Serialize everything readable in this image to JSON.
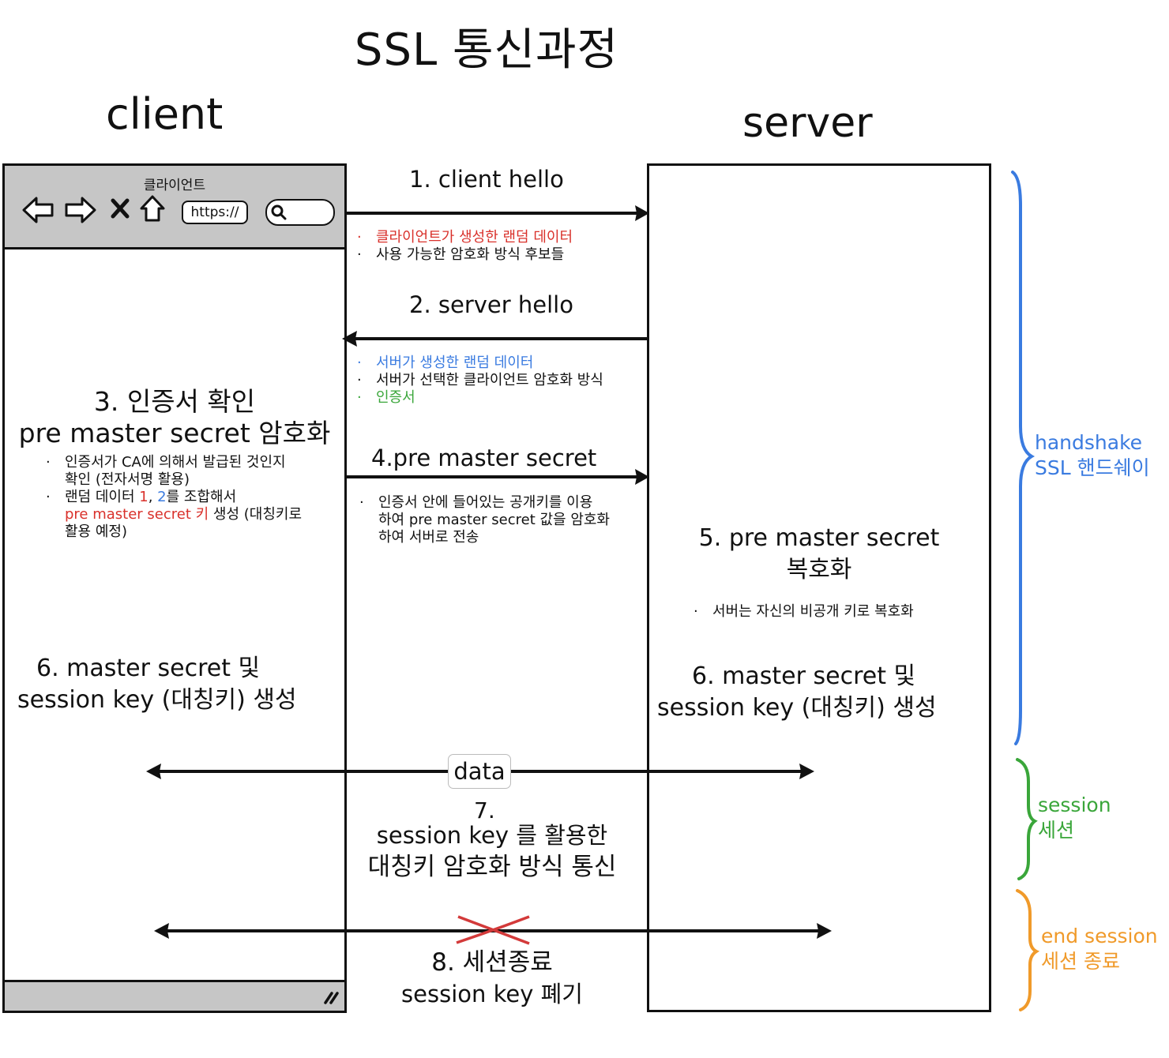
{
  "title": "SSL 통신과정",
  "client_heading": "client",
  "server_heading": "server",
  "browser": {
    "window_label": "클라이언트",
    "url_text": "https://"
  },
  "steps": {
    "s1": {
      "title": "1. client hello",
      "notes": [
        "클라이언트가 생성한 랜덤 데이터",
        "사용 가능한 암호화 방식 후보들"
      ]
    },
    "s2": {
      "title": "2. server hello",
      "notes": [
        "서버가 생성한 랜덤 데이터",
        "서버가 선택한 클라이언트 암호화 방식",
        "인증서"
      ]
    },
    "s3": {
      "line1": "3. 인증서 확인",
      "line2": "pre master secret 암호화",
      "note1_a": "인증서가 CA에 의해서 발급된 것인지",
      "note1_b": "확인 (전자서명 활용)",
      "note2_a": "랜덤 데이터 ",
      "note2_num1": "1",
      "note2_comma": ", ",
      "note2_num2": "2",
      "note2_b": "를 조합해서",
      "note2_red": "pre master secret 키",
      "note2_c": " 생성 (대칭키로",
      "note2_d": "활용 예정)"
    },
    "s4": {
      "title": "4.pre master secret",
      "note_lines": [
        "인증서 안에 들어있는 공개키를 이용",
        "하여 pre master secret 값을 암호화",
        "하여 서버로 전송"
      ]
    },
    "s5": {
      "line1": "5. pre master secret",
      "line2": "복호화",
      "note": "서버는 자신의 비공개 키로 복호화"
    },
    "s6_client": {
      "line1": "6. master secret 및",
      "line2": "session key (대칭키) 생성"
    },
    "s6_server": {
      "line1": "6. master secret 및",
      "line2": "session key (대칭키) 생성"
    },
    "data_label": "data",
    "s7": {
      "line1": "7.",
      "line2": "session key 를 활용한",
      "line3": "대칭키 암호화 방식 통신"
    },
    "s8": {
      "line1": "8. 세션종료",
      "line2": "session key 폐기"
    }
  },
  "phases": [
    {
      "en": "handshake",
      "ko": "SSL 핸드쉐이",
      "color": "#3a7be0"
    },
    {
      "en": "session",
      "ko": "세션",
      "color": "#3aa63a"
    },
    {
      "en": "end session",
      "ko": "세션 종료",
      "color": "#f09a2a"
    }
  ],
  "colors": {
    "red": "#d9312b",
    "blue": "#3a7be0",
    "green": "#3aa63a",
    "orange": "#f09a2a",
    "line": "#111111"
  }
}
